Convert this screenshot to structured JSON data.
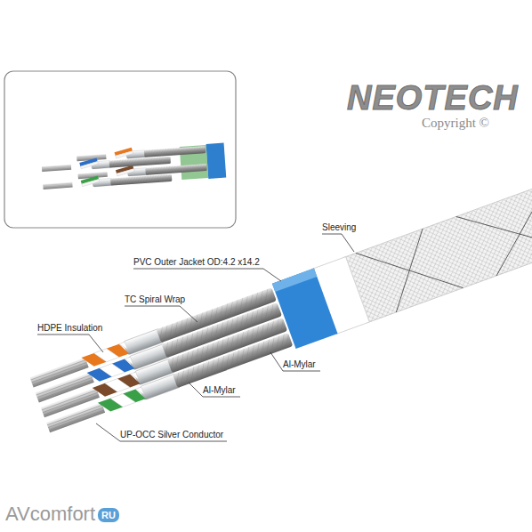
{
  "diagram": {
    "labels": [
      "NEOTECH",
      "Copyright ©",
      "Sleeving",
      "PVC Outer Jacket OD:4.2 x14.2",
      "TC Spiral Wrap",
      "HDPE Insulation",
      "Al-Mylar",
      "Al-Mylar",
      "UP-OCC Silver Conductor",
      "AVcomfort",
      "RU"
    ]
  }
}
